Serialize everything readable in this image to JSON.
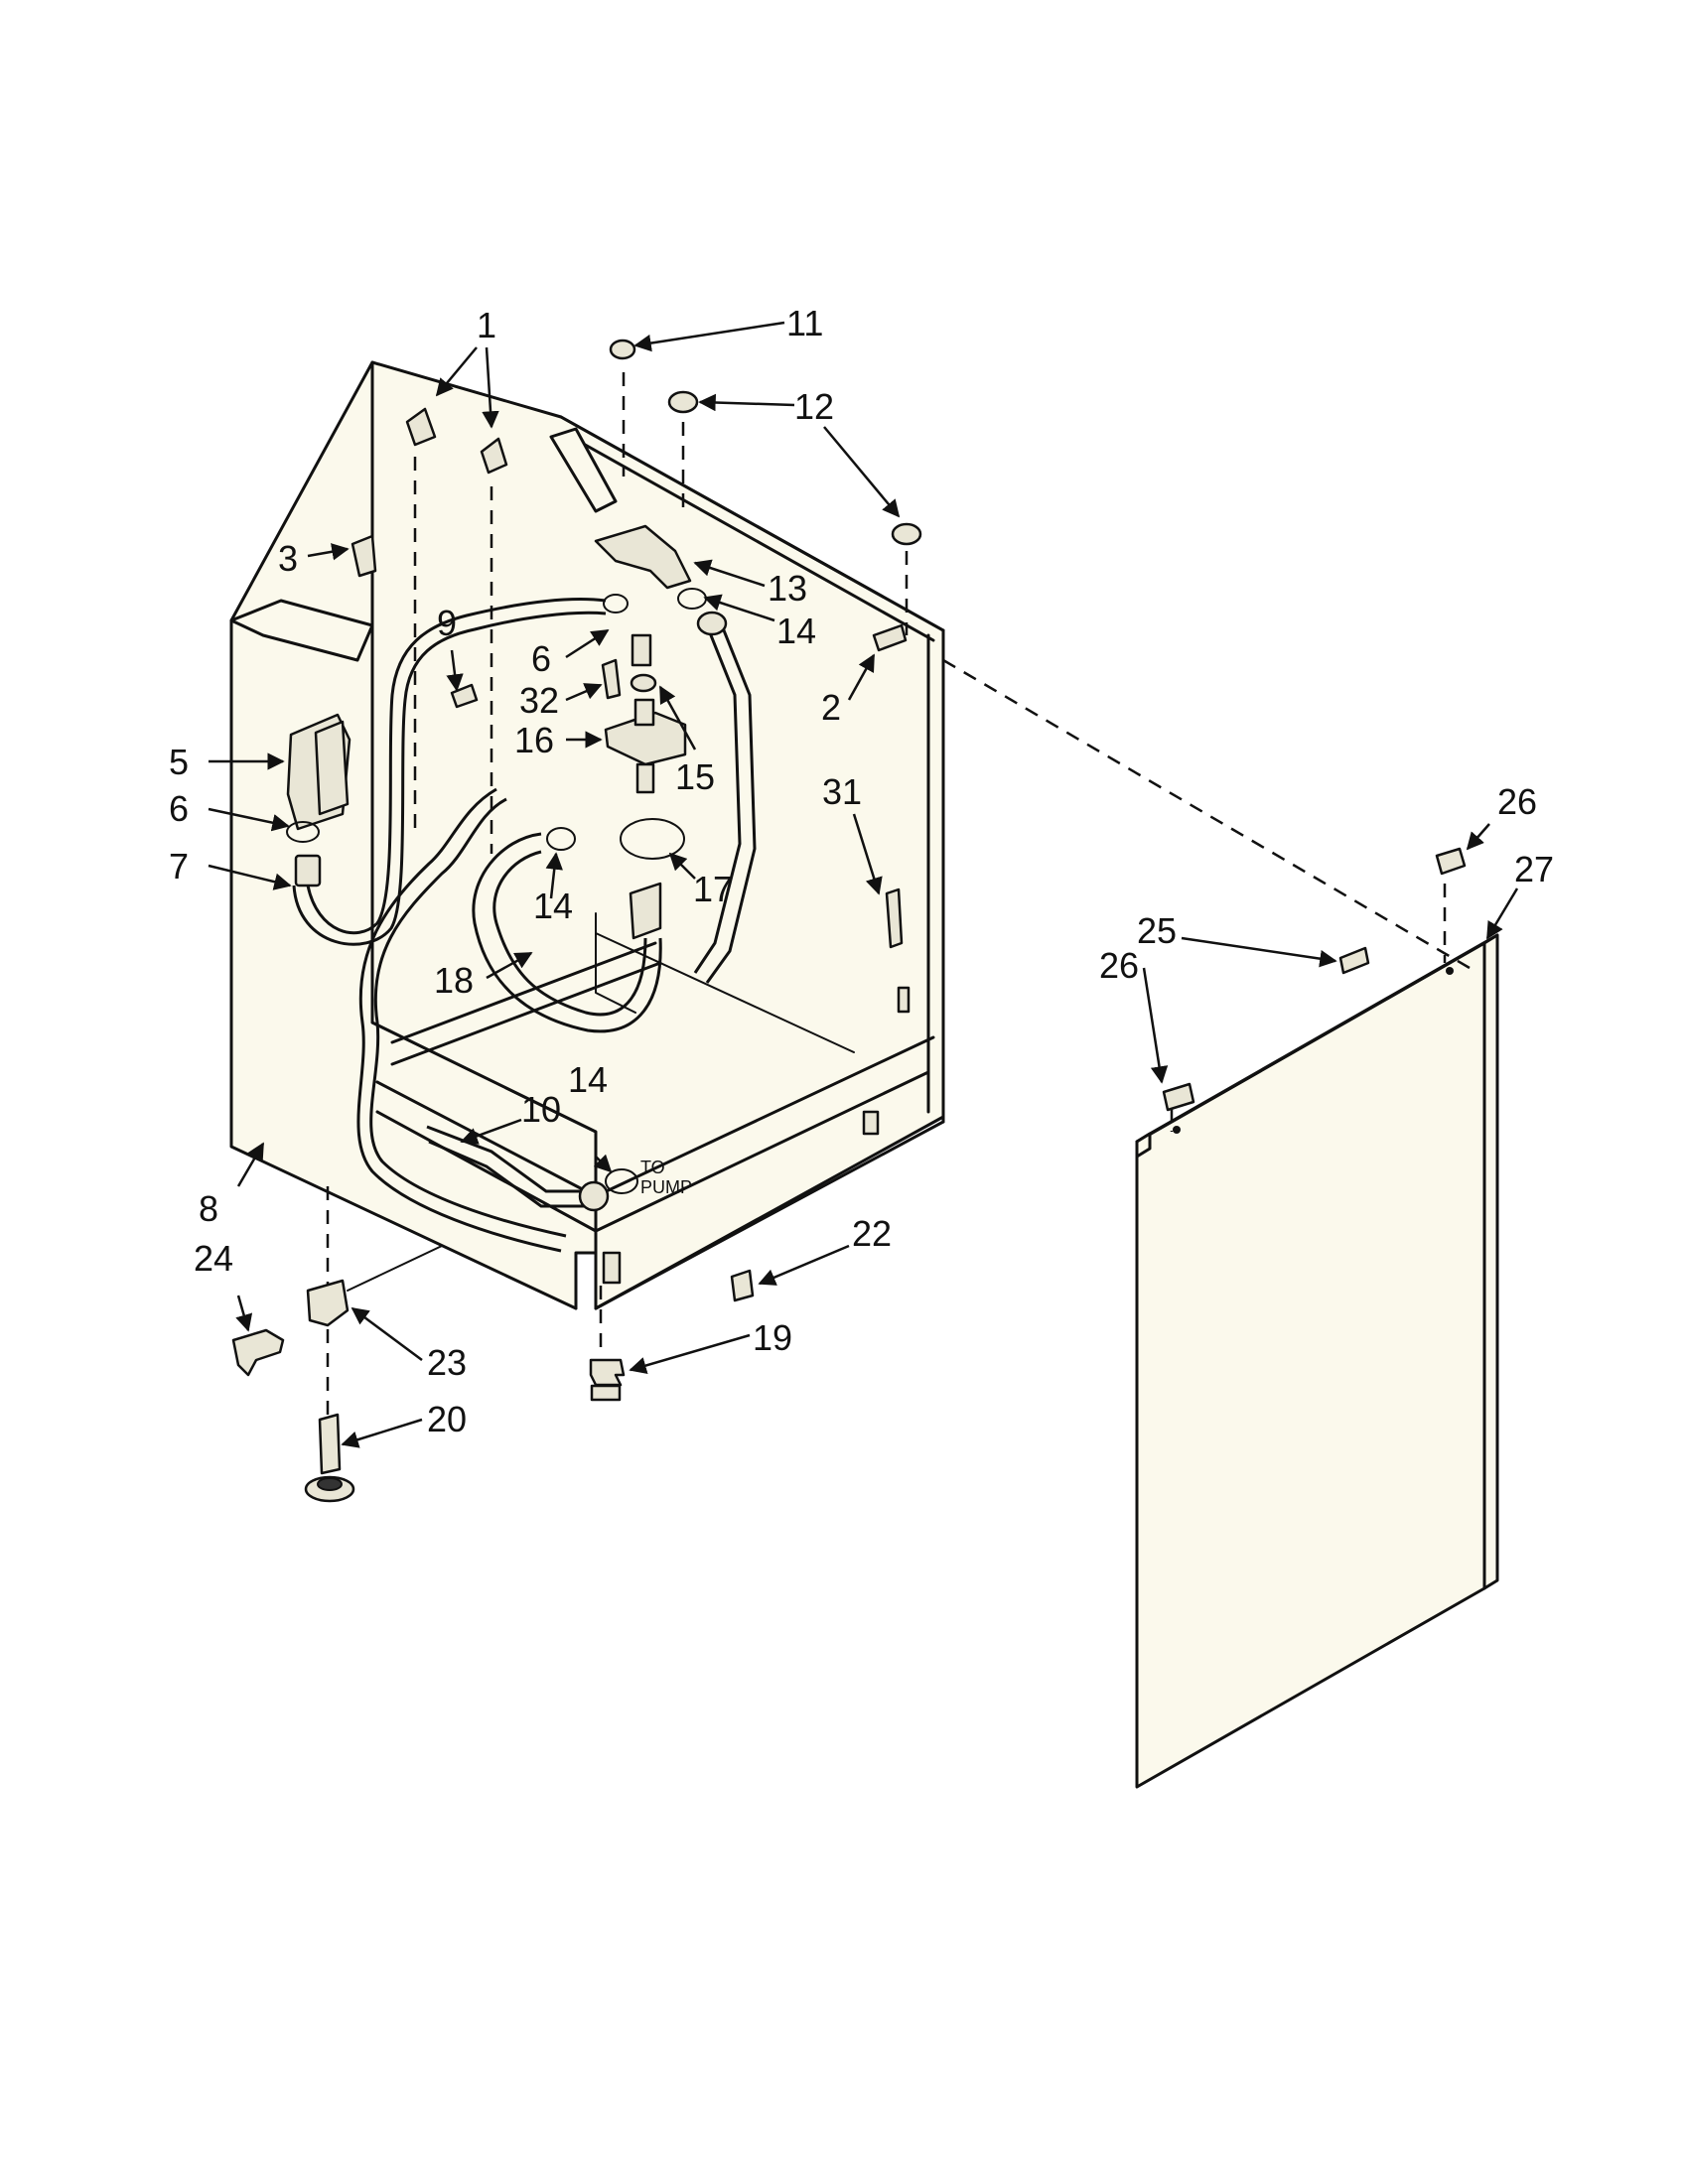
{
  "callouts": {
    "c1": "1",
    "c2": "2",
    "c3": "3",
    "c5": "5",
    "c6a": "6",
    "c6b": "6",
    "c7": "7",
    "c8": "8",
    "c9": "9",
    "c10": "10",
    "c11": "11",
    "c12": "12",
    "c13": "13",
    "c14a": "14",
    "c14b": "14",
    "c14c": "14",
    "c15": "15",
    "c16": "16",
    "c17": "17",
    "c18": "18",
    "c19": "19",
    "c20": "20",
    "c22": "22",
    "c23": "23",
    "c24": "24",
    "c25": "25",
    "c26a": "26",
    "c26b": "26",
    "c27": "27",
    "c31": "31",
    "c32": "32"
  },
  "notes": {
    "to_pump_line1": "TO",
    "to_pump_line2": "PUMP"
  }
}
